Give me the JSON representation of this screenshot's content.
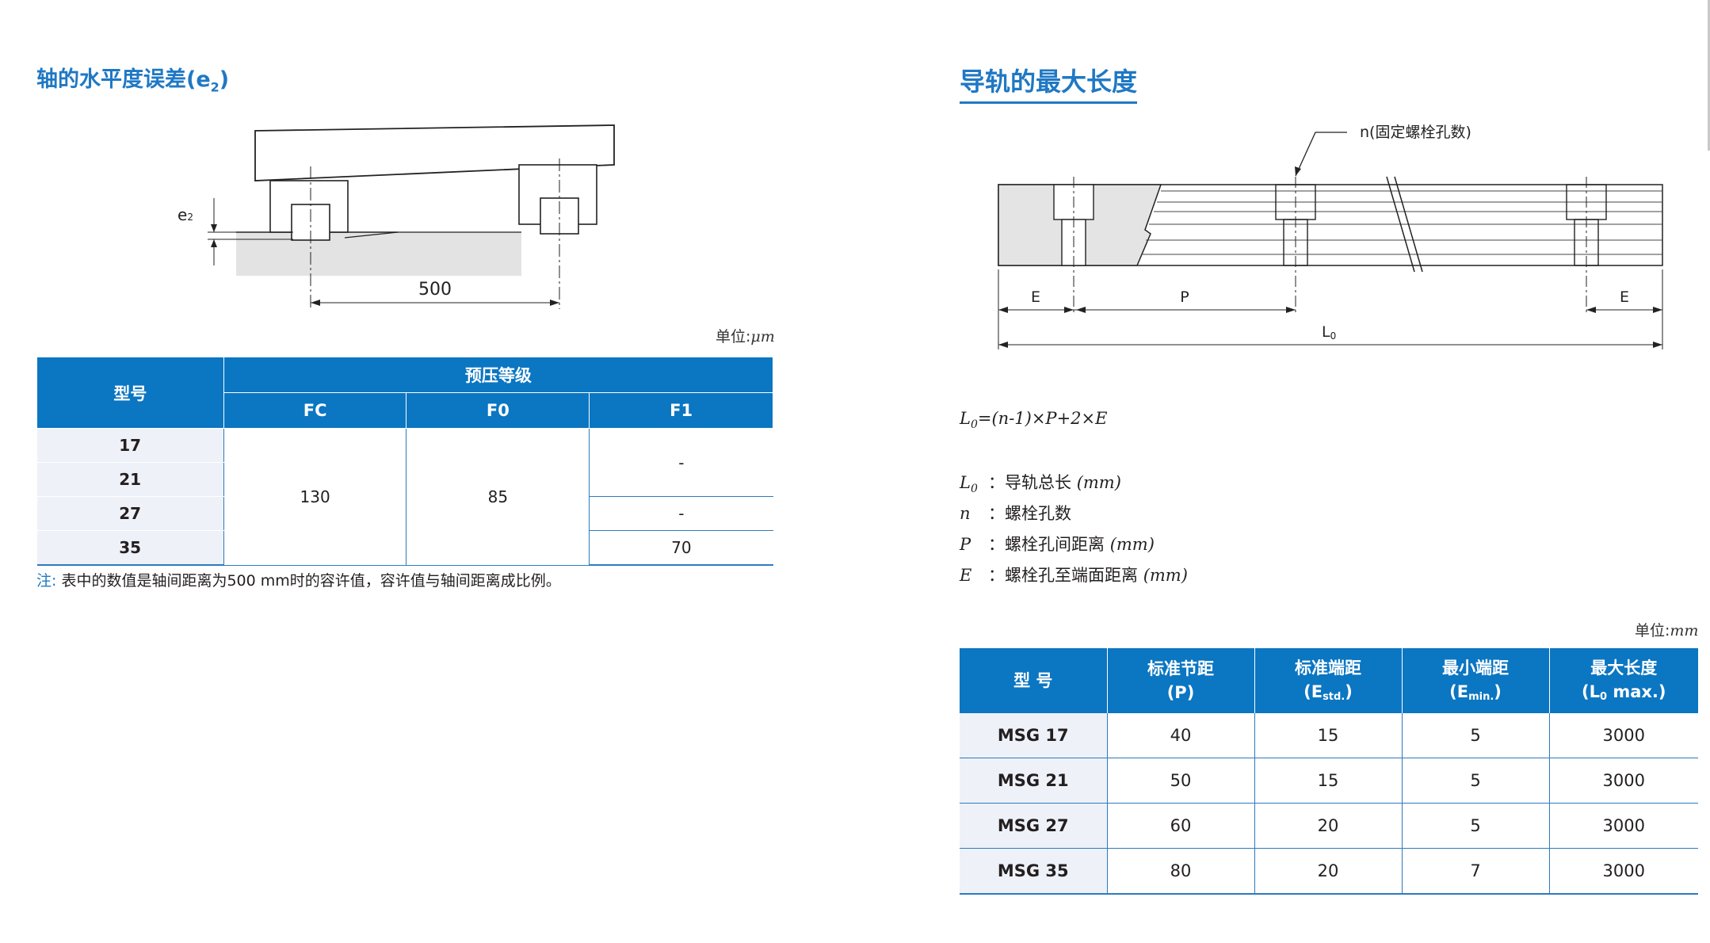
{
  "left": {
    "title": "轴的水平度误差(e",
    "title_sub": "2",
    "title_close": ")",
    "diagram": {
      "e_label": "e",
      "e_sub": "2",
      "distance_label": "500"
    },
    "unit_label": "单位:",
    "unit_value": "μm",
    "table": {
      "header_model": "型号",
      "header_group": "预压等级",
      "subheaders": [
        "FC",
        "F0",
        "F1"
      ],
      "models": [
        "17",
        "21",
        "27",
        "35"
      ],
      "fc_value": "130",
      "f0_value": "85",
      "f1_values": [
        "-",
        "-",
        "70"
      ]
    },
    "note_prefix": "注:",
    "note_text": "表中的数值是轴间距离为500 mm时的容许值，容许值与轴间距离成比例。"
  },
  "right": {
    "title": "导轨的最大长度",
    "diagram": {
      "callout": "n(固定螺栓孔数)",
      "e_left": "E",
      "p_label": "P",
      "e_right": "E",
      "l0_label": "L",
      "l0_sub": "0"
    },
    "formula": "L0=(n-1)×P+2×E",
    "formula_parts": {
      "l": "L",
      "sub": "0",
      "rest": "=(n-1)×P+2×E"
    },
    "definitions": [
      {
        "sym": "L",
        "sub": "0",
        "text": "：导轨总长",
        "unit": "(mm)"
      },
      {
        "sym": "n",
        "sub": "",
        "text": "：螺栓孔数",
        "unit": ""
      },
      {
        "sym": "P",
        "sub": "",
        "text": "：螺栓孔间距离",
        "unit": "(mm)"
      },
      {
        "sym": "E",
        "sub": "",
        "text": "：螺栓孔至端面距离",
        "unit": "(mm)"
      }
    ],
    "unit_label": "单位:",
    "unit_value": "mm",
    "table": {
      "headers": [
        {
          "line1": "型 号",
          "line2": "",
          "sub": "",
          "tail": ""
        },
        {
          "line1": "标准节距",
          "line2": "(P",
          "sub": "",
          "tail": ")"
        },
        {
          "line1": "标准端距",
          "line2": "(E",
          "sub": "std.",
          "tail": ")"
        },
        {
          "line1": "最小端距",
          "line2": "(E",
          "sub": "min.",
          "tail": ")"
        },
        {
          "line1": "最大长度",
          "line2": "(L",
          "sub": "0",
          "tail": " max.)"
        }
      ],
      "rows": [
        [
          "MSG 17",
          "40",
          "15",
          "5",
          "3000"
        ],
        [
          "MSG 21",
          "50",
          "15",
          "5",
          "3000"
        ],
        [
          "MSG 27",
          "60",
          "20",
          "5",
          "3000"
        ],
        [
          "MSG 35",
          "80",
          "20",
          "7",
          "3000"
        ]
      ]
    }
  }
}
